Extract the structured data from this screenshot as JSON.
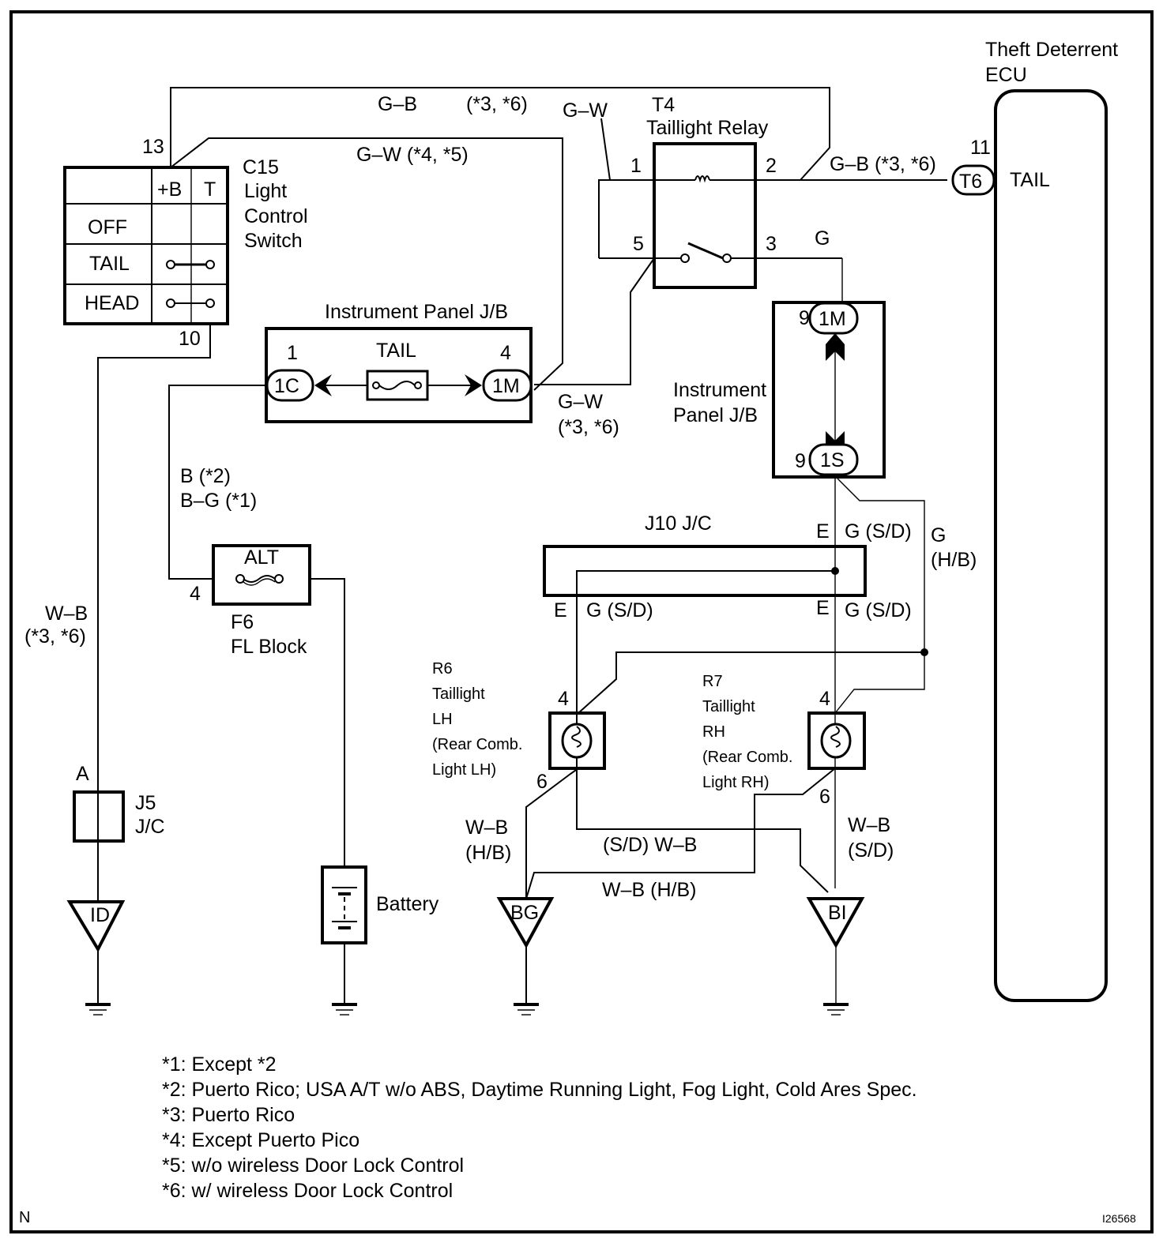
{
  "diagram": {
    "ecu": {
      "title_line1": "Theft Deterrent",
      "title_line2": "ECU",
      "pin_number": "11",
      "connector": "T6",
      "terminal": "TAIL"
    },
    "light_switch": {
      "code": "C15",
      "name_line1": "Light",
      "name_line2": "Control",
      "name_line3": "Switch",
      "columns": [
        "+B",
        "T"
      ],
      "rows": [
        "OFF",
        "TAIL",
        "HEAD"
      ],
      "pin_top": "13",
      "pin_bottom": "10"
    },
    "relay": {
      "code": "T4",
      "name": "Taillight Relay",
      "pins": {
        "p1": "1",
        "p2": "2",
        "p3": "3",
        "p5": "5"
      }
    },
    "ipjb_fuse": {
      "title": "Instrument Panel J/B",
      "fuse_label": "TAIL",
      "left_pin": "1",
      "left_connector": "1C",
      "right_pin": "4",
      "right_connector": "1M"
    },
    "ipjb_vertical": {
      "title_line1": "Instrument",
      "title_line2": "Panel J/B",
      "top_pin": "9",
      "top_connector": "1M",
      "bottom_pin": "9",
      "bottom_connector": "1S"
    },
    "jc10": {
      "title": "J10 J/C",
      "labels": {
        "top_e": "E",
        "top_g": "G (S/D)",
        "bottom_left_e": "E",
        "bottom_left_g": "G (S/D)",
        "bottom_right_e": "E",
        "bottom_right_g": "G (S/D)"
      }
    },
    "fl_block": {
      "fuse": "ALT",
      "pin": "4",
      "code": "F6",
      "name": "FL Block"
    },
    "battery": {
      "label": "Battery"
    },
    "j5": {
      "pin": "A",
      "code": "J5",
      "name": "J/C"
    },
    "taillight_lh": {
      "code": "R6",
      "line1": "Taillight",
      "line2": "LH",
      "line3": "(Rear Comb.",
      "line4": "Light LH)",
      "pin_top": "4",
      "pin_bottom": "6"
    },
    "taillight_rh": {
      "code": "R7",
      "line1": "Taillight",
      "line2": "RH",
      "line3": "(Rear Comb.",
      "line4": "Light RH)",
      "pin_top": "4",
      "pin_bottom": "6"
    },
    "grounds": {
      "id": "ID",
      "bg": "BG",
      "bi": "BI"
    },
    "wires": {
      "gb_top": "G–B",
      "gb_top_note": "(*3, *6)",
      "gw_45": "G–W (*4, *5)",
      "gw_relay": "G–W",
      "gb_ecu": "G–B (*3, *6)",
      "g_relay3": "G",
      "gw_36_line1": "G–W",
      "gw_36_line2": "(*3, *6)",
      "b_2": "B (*2)",
      "bg_1": "B–G (*1)",
      "wb_left_line1": "W–B",
      "wb_left_line2": "(*3, *6)",
      "g_hb_line1": "G",
      "g_hb_line2": "(H/B)",
      "wb_hb_left_line1": "W–B",
      "wb_hb_left_line2": "(H/B)",
      "sd_wb": "(S/D) W–B",
      "wb_hb_bottom": "W–B (H/B)",
      "wb_sd_right_line1": "W–B",
      "wb_sd_right_line2": "(S/D)"
    },
    "notes": [
      "*1: Except *2",
      "*2: Puerto Rico; USA A/T w/o ABS, Daytime Running Light, Fog Light, Cold Ares Spec.",
      "*3: Puerto Rico",
      "*4: Except Puerto Pico",
      "*5: w/o wireless Door Lock Control",
      "*6: w/ wireless Door Lock Control"
    ],
    "corner_left": "N",
    "corner_right": "I26568"
  }
}
